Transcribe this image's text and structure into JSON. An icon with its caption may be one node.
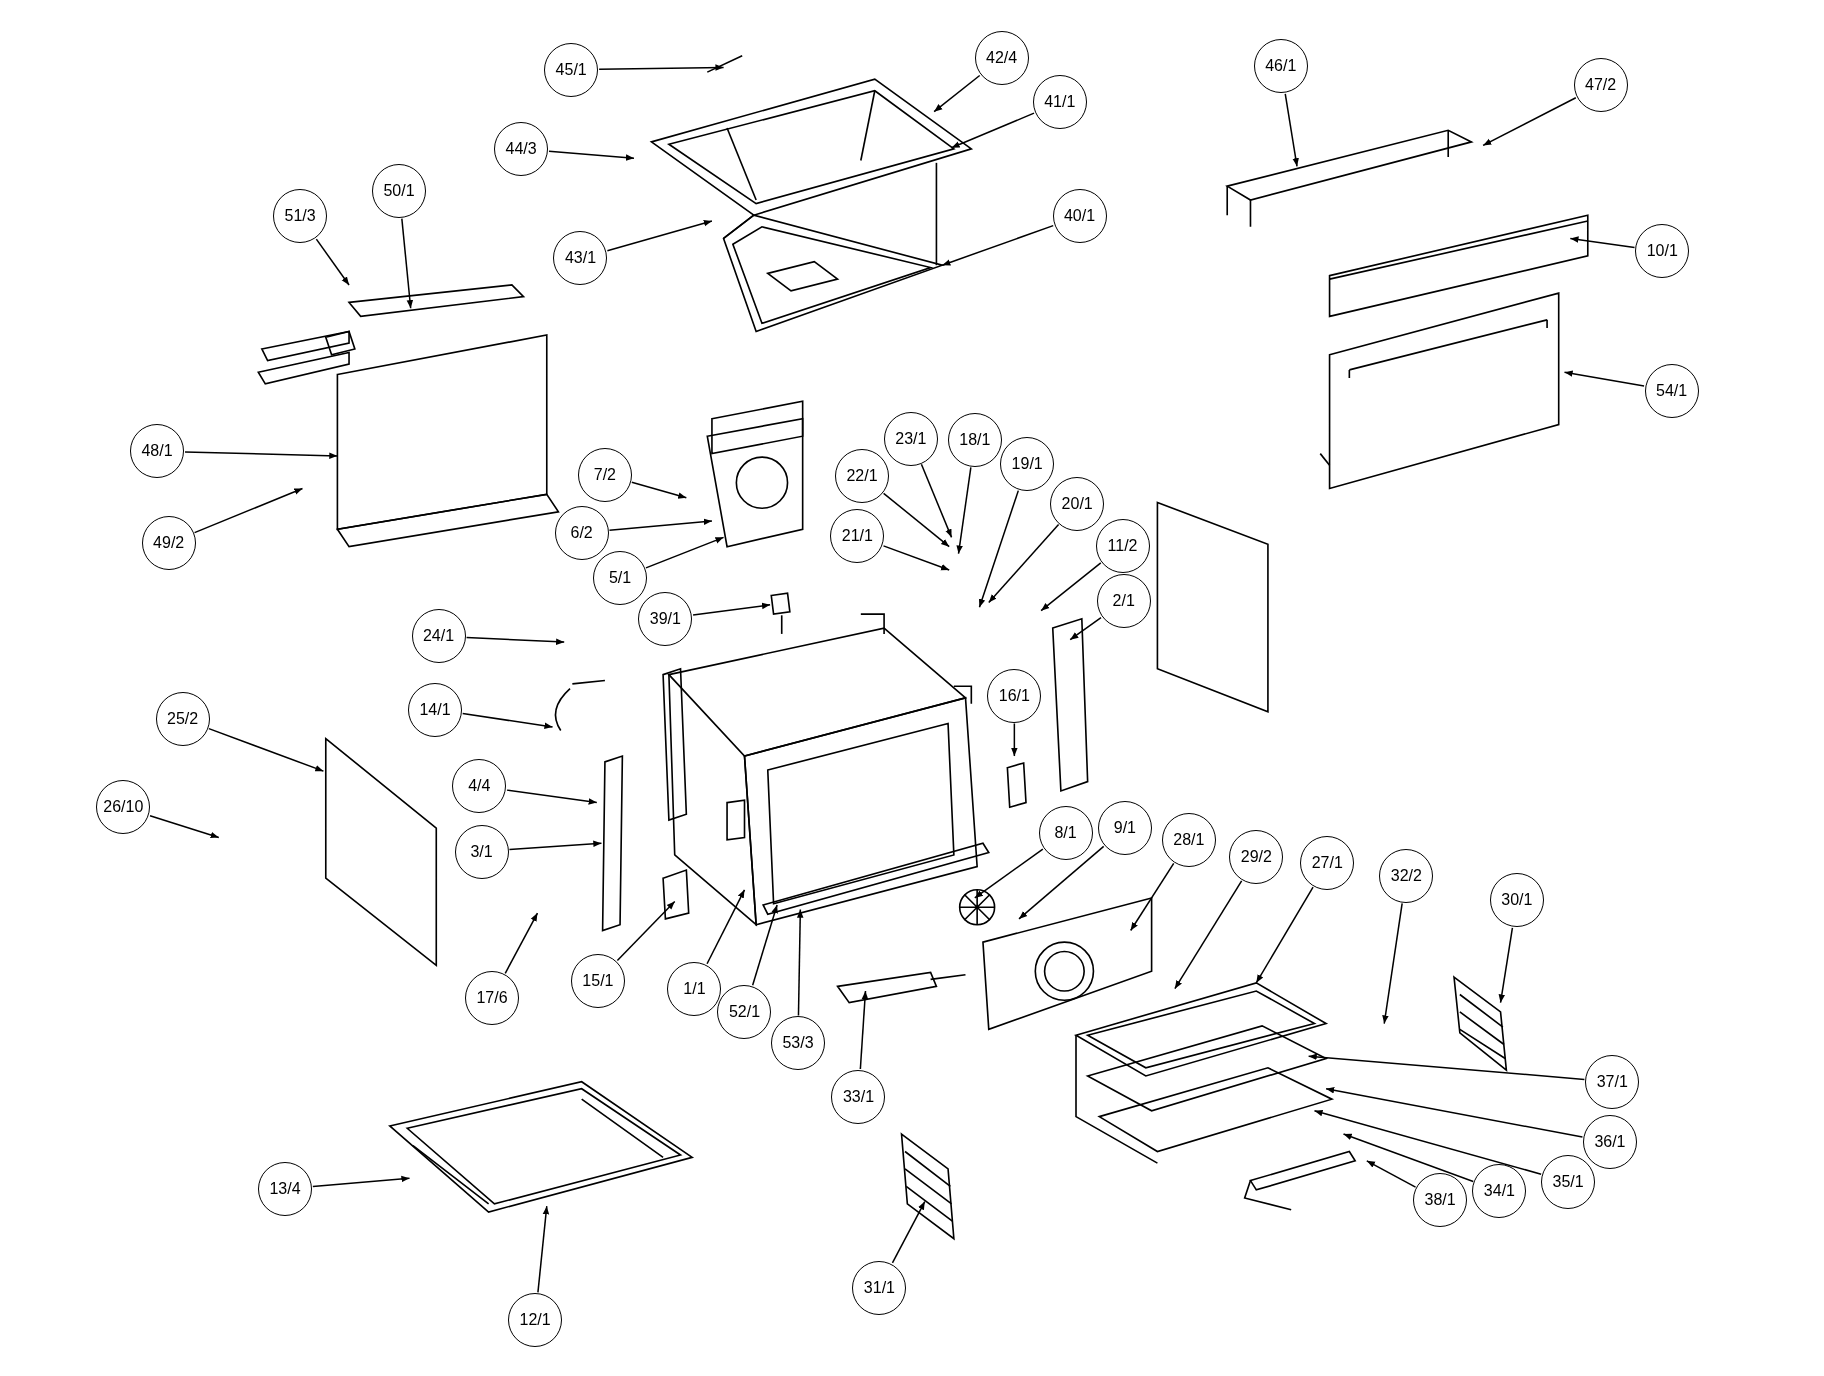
{
  "diagram": {
    "nodes": [
      {
        "text": [
          "45/1"
        ]
      },
      {
        "text": [
          "42/4"
        ]
      },
      {
        "text": [
          "46/1"
        ]
      },
      {
        "text": [
          "47/2"
        ]
      },
      {
        "text": [
          "41/1"
        ]
      },
      {
        "text": [
          "44/3"
        ]
      },
      {
        "text": [
          "50/1"
        ]
      },
      {
        "text": [
          "51/3"
        ]
      },
      {
        "text": [
          "40/1"
        ]
      },
      {
        "text": [
          "10/1"
        ]
      },
      {
        "text": [
          "43/1"
        ]
      },
      {
        "text": [
          "54/1"
        ]
      },
      {
        "text": [
          "23/1"
        ]
      },
      {
        "text": [
          "18/1"
        ]
      },
      {
        "text": [
          "48/1"
        ]
      },
      {
        "text": [
          "19/1"
        ]
      },
      {
        "text": [
          "7/2"
        ]
      },
      {
        "text": [
          "22/1"
        ]
      },
      {
        "text": [
          "20/1"
        ]
      },
      {
        "text": [
          "6/2"
        ]
      },
      {
        "text": [
          "21/1"
        ]
      },
      {
        "text": [
          "49/2"
        ]
      },
      {
        "text": [
          "11/2"
        ]
      },
      {
        "text": [
          "5/1"
        ]
      },
      {
        "text": [
          "2/1"
        ]
      },
      {
        "text": [
          "39/1"
        ]
      },
      {
        "text": [
          "24/1"
        ]
      },
      {
        "text": [
          "16/1"
        ]
      },
      {
        "text": [
          "14/1"
        ]
      },
      {
        "text": [
          "25/2"
        ]
      },
      {
        "text": [
          "4/4"
        ]
      },
      {
        "text": [
          "26/10"
        ]
      },
      {
        "text": [
          "9/1"
        ]
      },
      {
        "text": [
          "8/1"
        ]
      },
      {
        "text": [
          "28/1"
        ]
      },
      {
        "text": [
          "3/1"
        ]
      },
      {
        "text": [
          "29/2"
        ]
      },
      {
        "text": [
          "27/1"
        ]
      },
      {
        "text": [
          "32/2"
        ]
      },
      {
        "text": [
          "30/1"
        ]
      },
      {
        "text": [
          "15/1"
        ]
      },
      {
        "text": [
          "1/1"
        ]
      },
      {
        "text": [
          "17/6"
        ]
      },
      {
        "text": [
          "52/1"
        ]
      },
      {
        "text": [
          "53/3"
        ]
      },
      {
        "text": [
          "37/1"
        ]
      },
      {
        "text": [
          "33/1"
        ]
      },
      {
        "text": [
          "36/1"
        ]
      },
      {
        "text": [
          "35/1"
        ]
      },
      {
        "text": [
          "13/4"
        ]
      },
      {
        "text": [
          "34/1"
        ]
      },
      {
        "text": [
          "38/1"
        ]
      },
      {
        "text": [
          "31/1"
        ]
      },
      {
        "text": [
          "12/1"
        ]
      }
    ],
    "edges": [
      {
        "from": 0,
        "to": null,
        "arrow": "to"
      },
      {
        "from": 1,
        "to": null,
        "arrow": "to"
      },
      {
        "from": 2,
        "to": null,
        "arrow": "to"
      },
      {
        "from": 3,
        "to": null,
        "arrow": "to"
      },
      {
        "from": 4,
        "to": null,
        "arrow": "to"
      },
      {
        "from": 5,
        "to": null,
        "arrow": "to"
      },
      {
        "from": 6,
        "to": null,
        "arrow": "to"
      },
      {
        "from": 7,
        "to": null,
        "arrow": "to"
      },
      {
        "from": 8,
        "to": null,
        "arrow": "to"
      },
      {
        "from": 9,
        "to": null,
        "arrow": "to"
      },
      {
        "from": 10,
        "to": null,
        "arrow": "to"
      },
      {
        "from": 11,
        "to": null,
        "arrow": "to"
      },
      {
        "from": 12,
        "to": null,
        "arrow": "to"
      },
      {
        "from": 13,
        "to": null,
        "arrow": "to"
      },
      {
        "from": 14,
        "to": null,
        "arrow": "to"
      },
      {
        "from": 15,
        "to": null,
        "arrow": "to"
      },
      {
        "from": 16,
        "to": null,
        "arrow": "to"
      },
      {
        "from": 17,
        "to": null,
        "arrow": "to"
      },
      {
        "from": 18,
        "to": null,
        "arrow": "to"
      },
      {
        "from": 19,
        "to": null,
        "arrow": "to"
      },
      {
        "from": 20,
        "to": null,
        "arrow": "to"
      },
      {
        "from": 21,
        "to": null,
        "arrow": "to"
      },
      {
        "from": 22,
        "to": null,
        "arrow": "to"
      },
      {
        "from": 23,
        "to": null,
        "arrow": "to"
      },
      {
        "from": 24,
        "to": null,
        "arrow": "to"
      },
      {
        "from": 25,
        "to": null,
        "arrow": "to"
      },
      {
        "from": 26,
        "to": null,
        "arrow": "to"
      },
      {
        "from": 27,
        "to": null,
        "arrow": "to"
      },
      {
        "from": 28,
        "to": null,
        "arrow": "to"
      },
      {
        "from": 29,
        "to": null,
        "arrow": "to"
      },
      {
        "from": 30,
        "to": null,
        "arrow": "to"
      },
      {
        "from": 31,
        "to": null,
        "arrow": "to"
      },
      {
        "from": 32,
        "to": null,
        "arrow": "to"
      },
      {
        "from": 33,
        "to": null,
        "arrow": "to"
      },
      {
        "from": 34,
        "to": null,
        "arrow": "to"
      },
      {
        "from": 35,
        "to": null,
        "arrow": "to"
      },
      {
        "from": 36,
        "to": null,
        "arrow": "to"
      },
      {
        "from": 37,
        "to": null,
        "arrow": "to"
      },
      {
        "from": 38,
        "to": null,
        "arrow": "to"
      },
      {
        "from": 39,
        "to": null,
        "arrow": "to"
      },
      {
        "from": 40,
        "to": null,
        "arrow": "to"
      },
      {
        "from": 41,
        "to": null,
        "arrow": "to"
      },
      {
        "from": 42,
        "to": null,
        "arrow": "to"
      },
      {
        "from": 43,
        "to": null,
        "arrow": "to"
      },
      {
        "from": 44,
        "to": null,
        "arrow": "to"
      },
      {
        "from": 45,
        "to": null,
        "arrow": "to"
      },
      {
        "from": 46,
        "to": null,
        "arrow": "to"
      },
      {
        "from": 47,
        "to": null,
        "arrow": "to"
      },
      {
        "from": 48,
        "to": null,
        "arrow": "to"
      },
      {
        "from": 49,
        "to": null,
        "arrow": "to"
      },
      {
        "from": 50,
        "to": null,
        "arrow": "to"
      },
      {
        "from": 51,
        "to": null,
        "arrow": "to"
      },
      {
        "from": 52,
        "to": null,
        "arrow": "to"
      },
      {
        "from": 53,
        "to": null,
        "arrow": "to"
      }
    ]
  }
}
